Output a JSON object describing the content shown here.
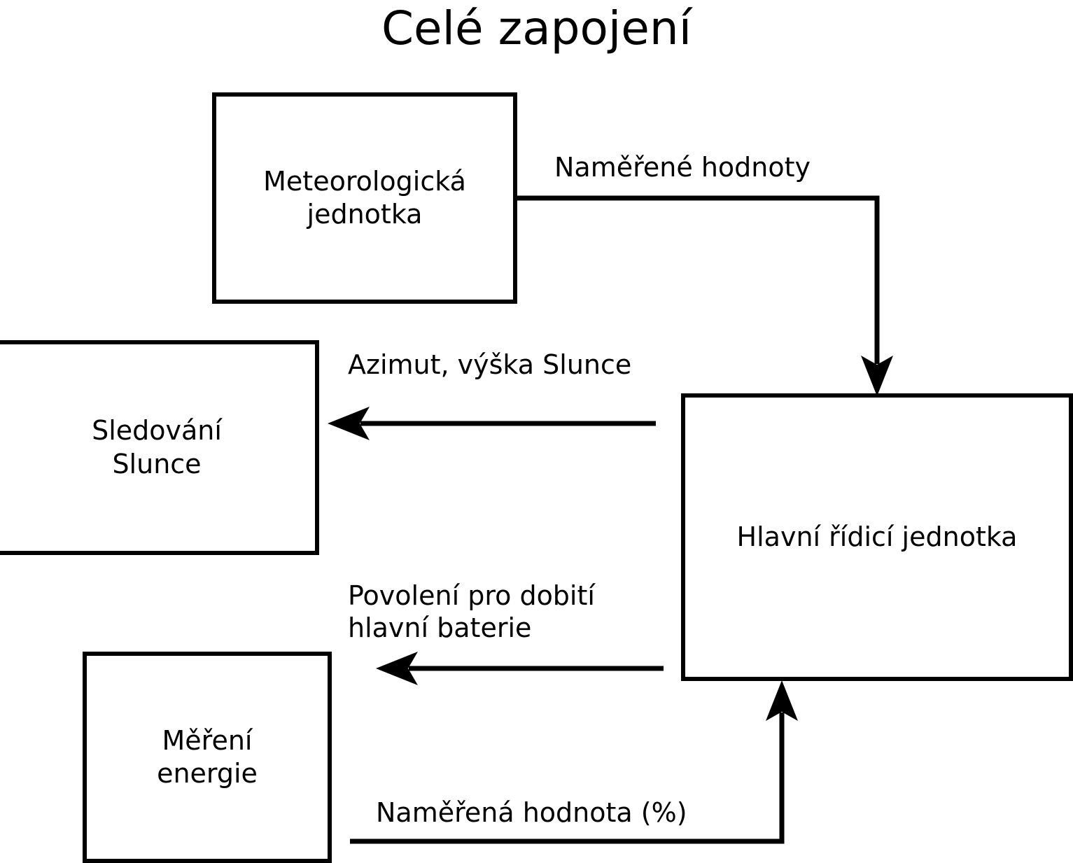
{
  "diagram": {
    "title": "Celé zapojení",
    "type": "block-diagram",
    "background_color": "#ffffff",
    "stroke_color": "#000000",
    "nodes": [
      {
        "id": "meteo",
        "label": "Meteorologická\njednotka"
      },
      {
        "id": "tracking",
        "label": "Sledování\nSlunce"
      },
      {
        "id": "main",
        "label": "Hlavní řídicí jednotka"
      },
      {
        "id": "energy",
        "label": "Měření\nenergie"
      }
    ],
    "edges": [
      {
        "id": "measured-values",
        "label": "Naměřené hodnoty",
        "from": "meteo",
        "to": "main",
        "direction": "down"
      },
      {
        "id": "azimuth",
        "label": "Azimut, výška Slunce",
        "from": "main",
        "to": "tracking",
        "direction": "left"
      },
      {
        "id": "charge-permit",
        "label": "Povolení pro dobití\nhlavní baterie",
        "from": "main",
        "to": "energy",
        "direction": "left"
      },
      {
        "id": "measured-pct",
        "label": "Naměřená hodnota (%)",
        "from": "energy",
        "to": "main",
        "direction": "up"
      }
    ]
  }
}
